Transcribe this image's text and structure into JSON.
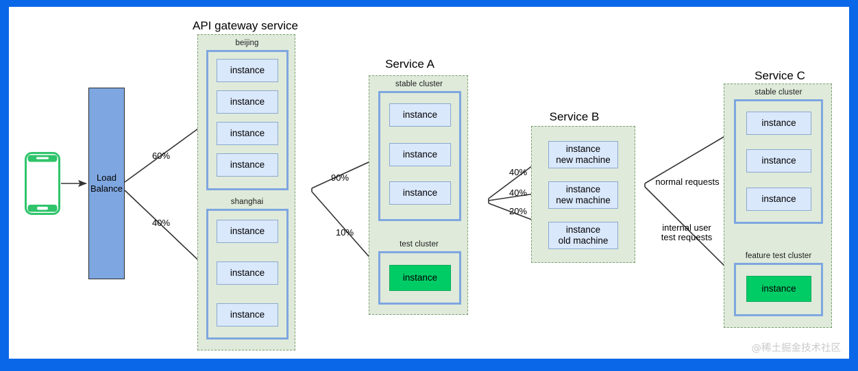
{
  "canvas": {
    "border_color": "#0a68e8",
    "background": "#ffffff",
    "watermark": "@稀土掘金技术社区"
  },
  "palette": {
    "group_fill": "#dfeada",
    "group_border": "#7b9e6f",
    "cluster_border": "#7ea6e0",
    "instance_fill": "#dae8fc",
    "instance_border": "#8aa8cf",
    "instance_green_fill": "#00cc66",
    "load_balance_fill": "#7ea6e0",
    "phone_color": "#2fc46b",
    "edge_color": "#333333"
  },
  "client": {
    "icon": "smartphone-icon",
    "label": ""
  },
  "load_balance": {
    "line1": "Load",
    "line2": "Balance"
  },
  "groups": [
    {
      "id": "api-gateway-service",
      "title": "API gateway service",
      "clusters": [
        {
          "id": "beijing",
          "label": "beijing",
          "instances": [
            {
              "line1": "instance",
              "line2": "",
              "green": false
            },
            {
              "line1": "instance",
              "line2": "",
              "green": false
            },
            {
              "line1": "instance",
              "line2": "",
              "green": false
            },
            {
              "line1": "instance",
              "line2": "",
              "green": false
            }
          ]
        },
        {
          "id": "shanghai",
          "label": "shanghai",
          "instances": [
            {
              "line1": "instance",
              "line2": "",
              "green": false
            },
            {
              "line1": "instance",
              "line2": "",
              "green": false
            },
            {
              "line1": "instance",
              "line2": "",
              "green": false
            }
          ]
        }
      ]
    },
    {
      "id": "service-a",
      "title": "Service A",
      "clusters": [
        {
          "id": "service-a-stable-cluster",
          "label": "stable cluster",
          "instances": [
            {
              "line1": "instance",
              "line2": "",
              "green": false
            },
            {
              "line1": "instance",
              "line2": "",
              "green": false
            },
            {
              "line1": "instance",
              "line2": "",
              "green": false
            }
          ]
        },
        {
          "id": "service-a-test-cluster",
          "label": "test cluster",
          "instances": [
            {
              "line1": "instance",
              "line2": "",
              "green": true
            }
          ]
        }
      ]
    },
    {
      "id": "service-b",
      "title": "Service B",
      "clusters": [],
      "instances": [
        {
          "line1": "instance",
          "line2": "new machine",
          "green": false
        },
        {
          "line1": "instance",
          "line2": "new machine",
          "green": false
        },
        {
          "line1": "instance",
          "line2": "old machine",
          "green": false
        }
      ]
    },
    {
      "id": "service-c",
      "title": "Service C",
      "clusters": [
        {
          "id": "service-c-stable-cluster",
          "label": "stable cluster",
          "instances": [
            {
              "line1": "instance",
              "line2": "",
              "green": false
            },
            {
              "line1": "instance",
              "line2": "",
              "green": false
            },
            {
              "line1": "instance",
              "line2": "",
              "green": false
            }
          ]
        },
        {
          "id": "service-c-feature-test-cluster",
          "label": "feature test cluster",
          "instances": [
            {
              "line1": "instance",
              "line2": "",
              "green": true
            }
          ]
        }
      ]
    }
  ],
  "edges": [
    {
      "id": "lb-to-beijing",
      "label": "60%"
    },
    {
      "id": "lb-to-shanghai",
      "label": "40%"
    },
    {
      "id": "gw-to-stable-a",
      "label": "90%"
    },
    {
      "id": "gw-to-test-a",
      "label": "10%"
    },
    {
      "id": "a-to-b-new-1",
      "label": "40%"
    },
    {
      "id": "a-to-b-new-2",
      "label": "40%"
    },
    {
      "id": "a-to-b-old",
      "label": "20%"
    },
    {
      "id": "b-to-c-stable",
      "label": "normal requests"
    },
    {
      "id": "b-to-c-feature-l1",
      "label": "internal user"
    },
    {
      "id": "b-to-c-feature-l2",
      "label": "test requests"
    }
  ]
}
